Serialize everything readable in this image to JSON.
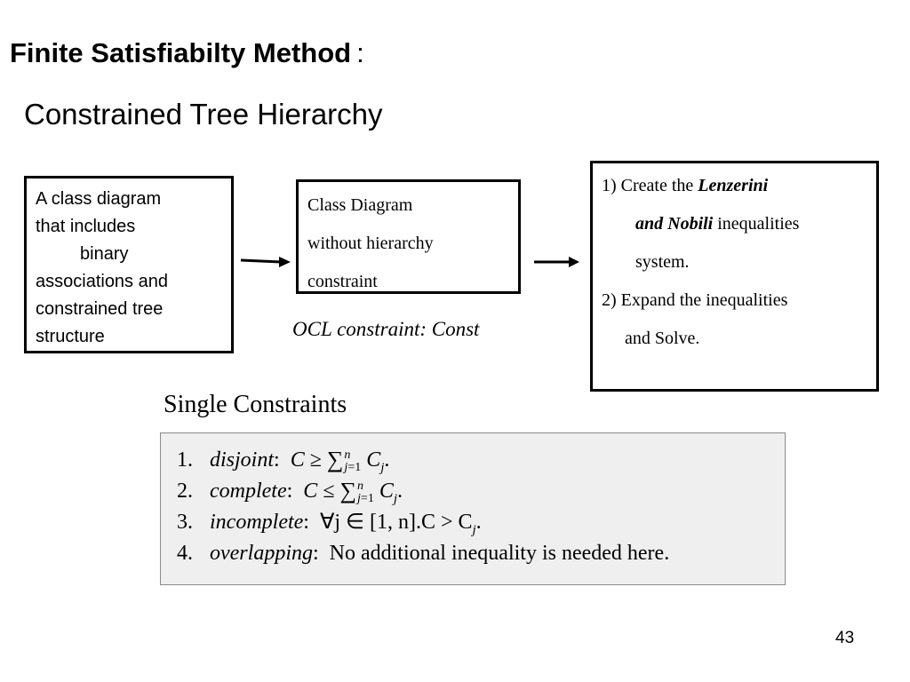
{
  "slide": {
    "title": "Finite Satisfiabilty Method",
    "title_colon": ":",
    "subtitle": "Constrained Tree Hierarchy",
    "page_number": "43"
  },
  "input_box": {
    "lines": [
      "A class diagram",
      "that includes",
      "binary",
      "associations and",
      "constrained tree",
      "structure"
    ]
  },
  "middle_box": {
    "lines": [
      "Class Diagram",
      "without hierarchy",
      "constraint"
    ]
  },
  "result_box": {
    "line1_prefix": "1) Create the ",
    "line1_bold": "Lenzerini",
    "line2_bold": "and Nobili",
    "line2_rest": " inequalities",
    "line3": "system.",
    "line4": "2) Expand the  inequalities",
    "line5": "and Solve."
  },
  "ocl_caption": "OCL constraint: Const",
  "single_constraints_heading": "Single Constraints",
  "constraints": [
    {
      "num": "1.",
      "term": "disjoint",
      "relation": "≥"
    },
    {
      "num": "2.",
      "term": "complete",
      "relation": "≤"
    },
    {
      "num": "3.",
      "term": "incomplete",
      "expr": "∀j ∈ [1, n].C > C"
    },
    {
      "num": "4.",
      "term": "overlapping",
      "text": "No additional inequality is needed here."
    }
  ]
}
